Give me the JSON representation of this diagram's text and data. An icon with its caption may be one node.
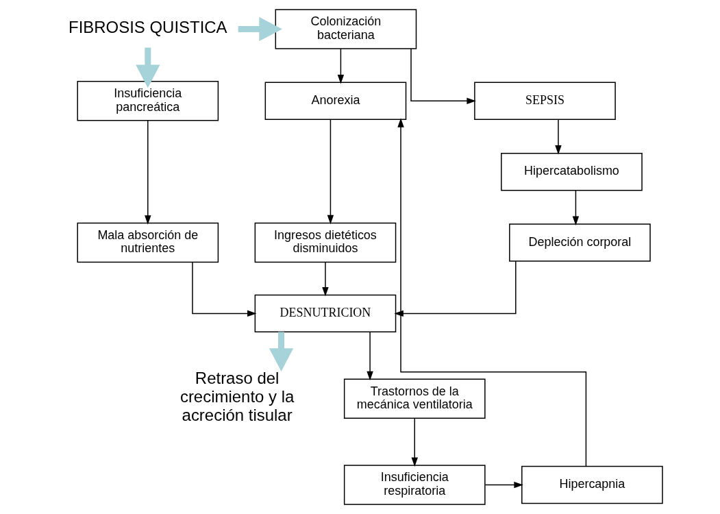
{
  "diagram": {
    "nodes": [
      {
        "text": [
          "Colonización bacteriana"
        ]
      },
      {
        "text": [
          "FIBROSIS QUISTICA"
        ]
      },
      {
        "text": [
          "SEPSIS"
        ]
      },
      {
        "text": [
          "Anorexia"
        ]
      },
      {
        "text": [
          "Insuficiencia pancreática"
        ]
      },
      {
        "text": [
          "Hipercatabolismo"
        ]
      },
      {
        "text": [
          "Ingresos dietéticos disminuidos"
        ]
      },
      {
        "text": [
          "Mala absorción de nutrientes"
        ]
      },
      {
        "text": [
          "Depleción corporal"
        ]
      },
      {
        "text": [
          "DESNUTRICION"
        ]
      },
      {
        "text": [
          "Trastornos de la mecánica ventilatoria"
        ]
      },
      {
        "text": [
          "Retraso del crecimiento y la acreción tisular"
        ]
      },
      {
        "text": [
          "Hipercapnia"
        ]
      },
      {
        "text": [
          "Insuficiencia respiratoria"
        ]
      }
    ],
    "edges": [
      {
        "from": 1,
        "to": 0,
        "arrow": "to",
        "style": "thick",
        "color": "#a6d3d9"
      },
      {
        "from": 1,
        "to": 4,
        "arrow": "to",
        "style": "thick",
        "color": "#a6d3d9"
      },
      {
        "from": 0,
        "to": 3,
        "arrow": "to"
      },
      {
        "from": 0,
        "to": 2,
        "arrow": "to"
      },
      {
        "from": 2,
        "to": 5,
        "arrow": "to"
      },
      {
        "from": 5,
        "to": 8,
        "arrow": "to"
      },
      {
        "from": 3,
        "to": 6,
        "arrow": "to"
      },
      {
        "from": 4,
        "to": 7,
        "arrow": "to"
      },
      {
        "from": 8,
        "to": 9,
        "arrow": "to"
      },
      {
        "from": 6,
        "to": 9,
        "arrow": "to"
      },
      {
        "from": 7,
        "to": 9,
        "arrow": "to"
      },
      {
        "from": 9,
        "to": 10,
        "arrow": "to"
      },
      {
        "from": 9,
        "to": 11,
        "arrow": "to",
        "style": "thick",
        "color": "#a6d3d9"
      },
      {
        "from": 10,
        "to": 13,
        "arrow": "to"
      },
      {
        "from": 13,
        "to": 12,
        "arrow": "to"
      },
      {
        "from": 12,
        "to": 3,
        "arrow": "to"
      }
    ]
  }
}
